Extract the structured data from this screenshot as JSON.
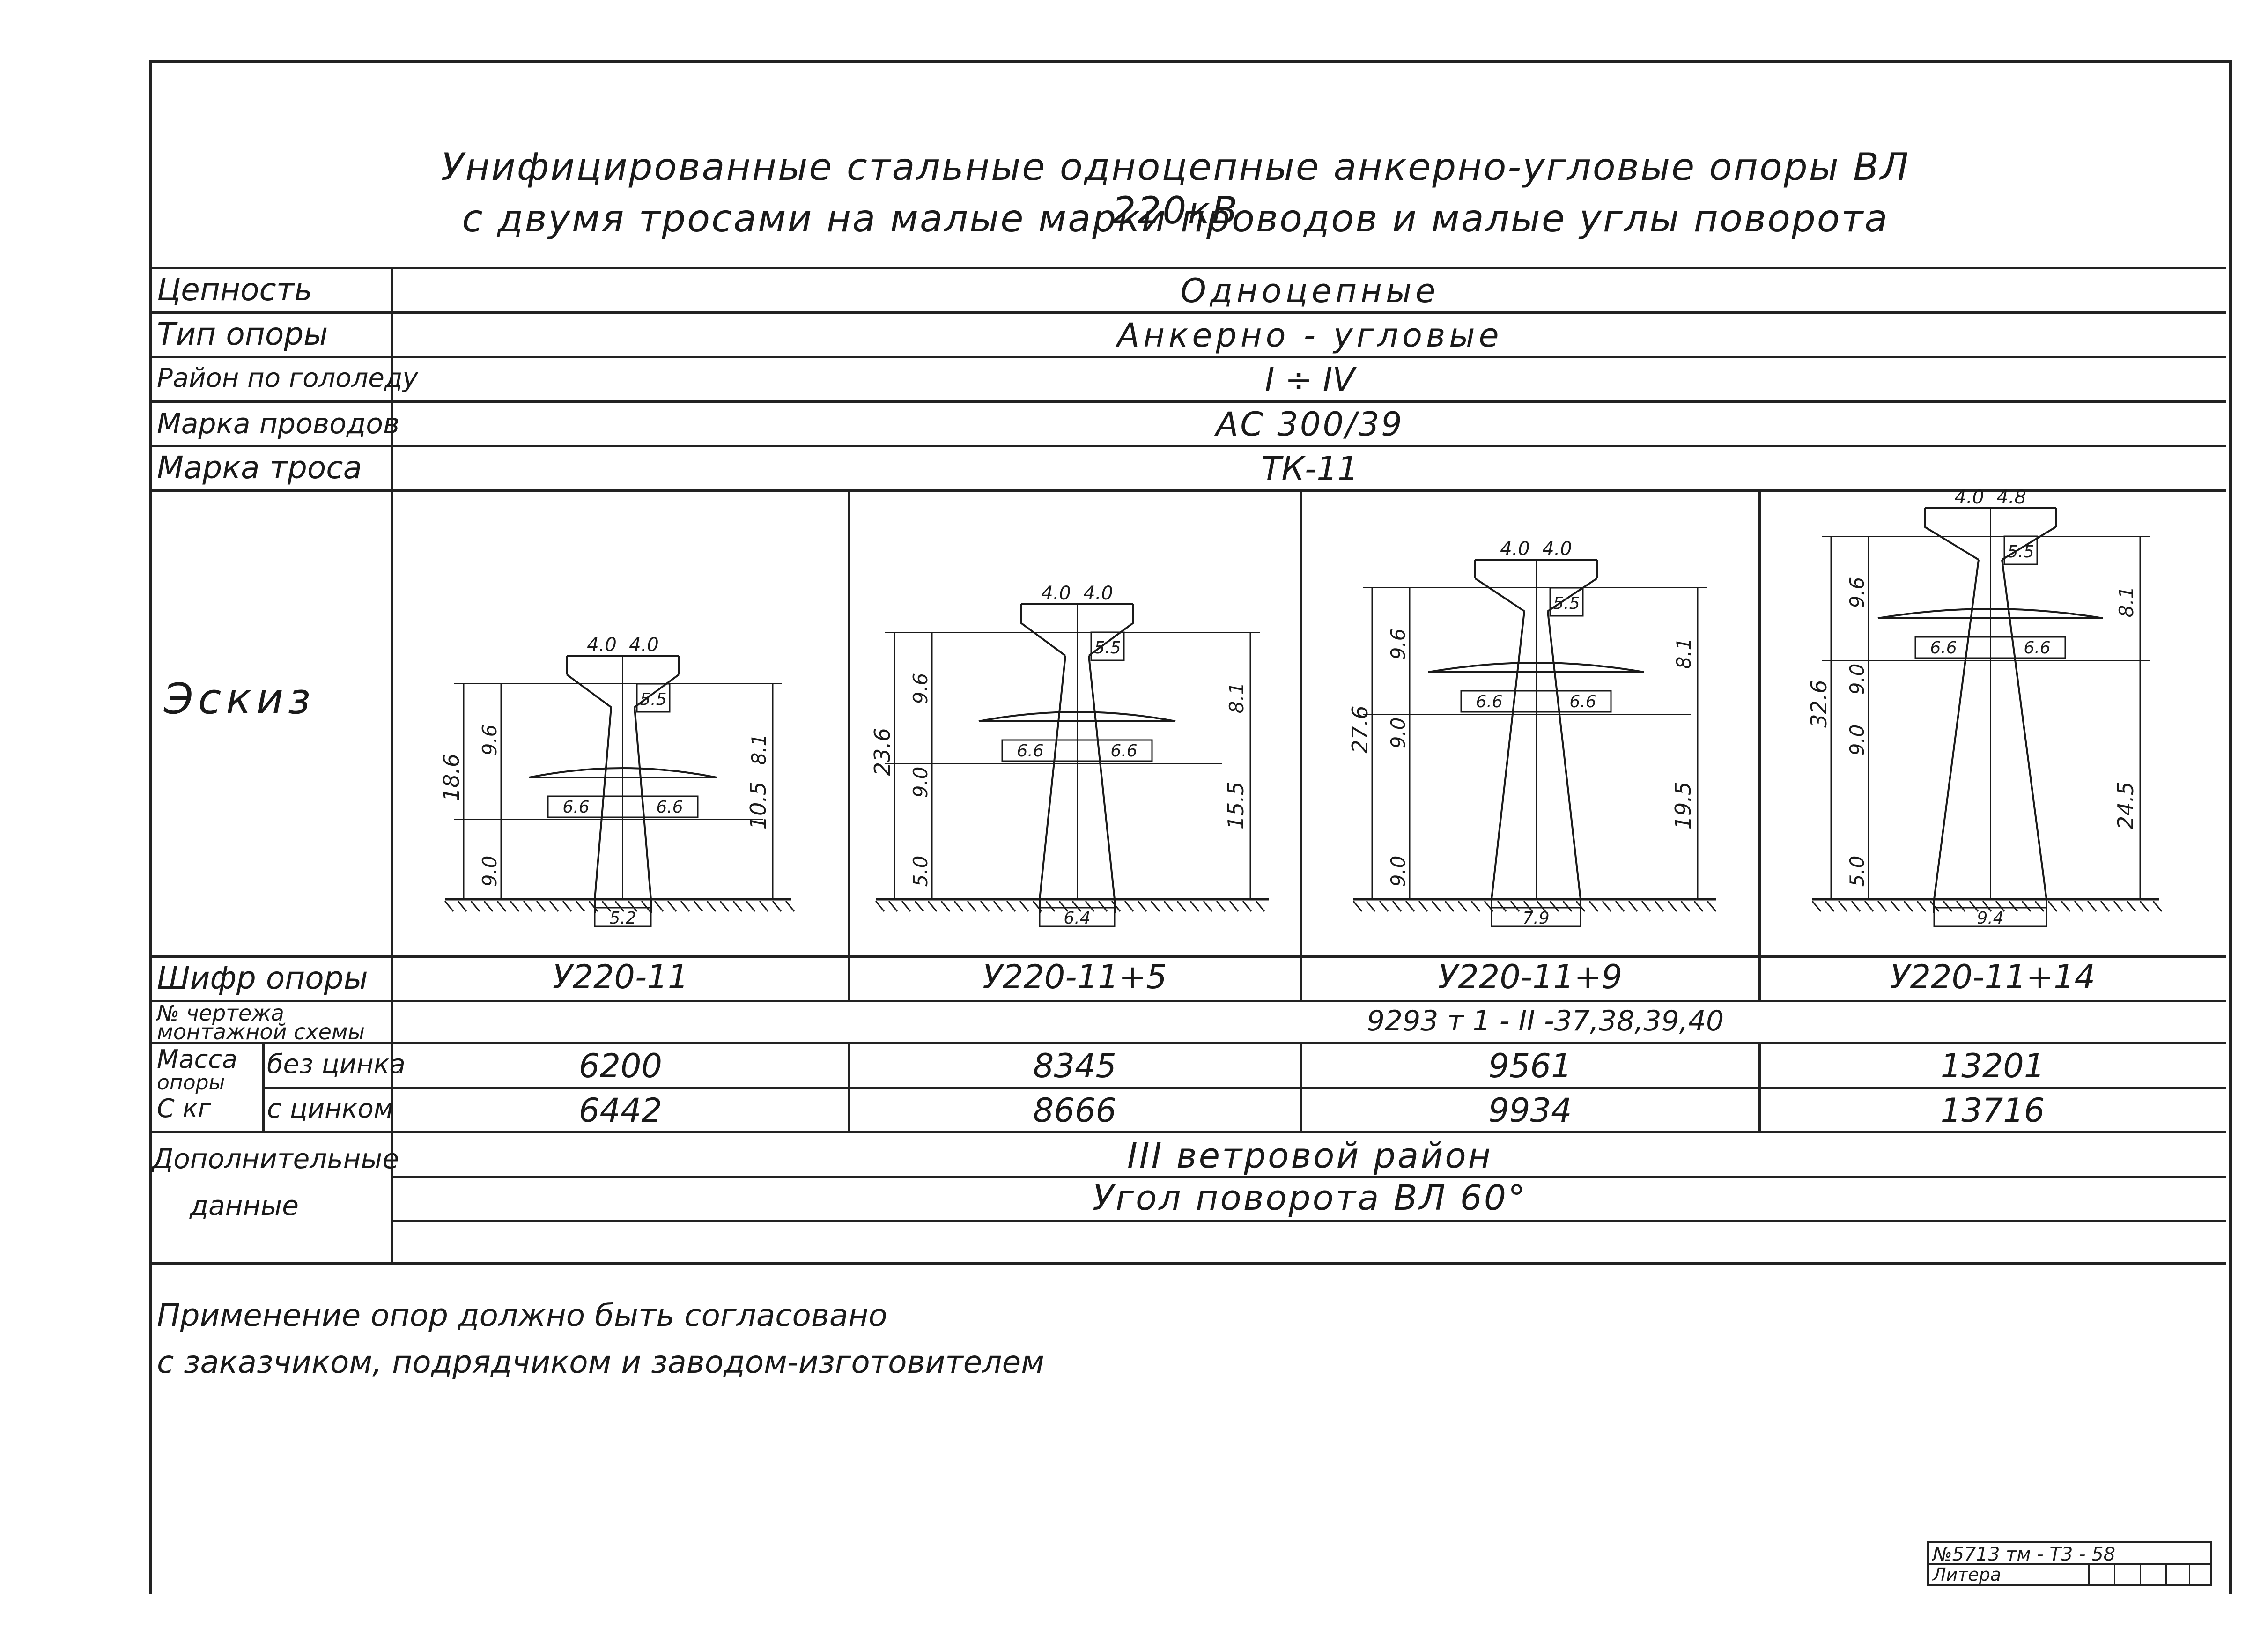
{
  "title": {
    "line1": "Унифицированные стальные одноцепные анкерно-угловые опоры ВЛ 220кВ",
    "line2": "с двумя тросами на малые марки проводов и малые углы поворота"
  },
  "rows": {
    "chain": {
      "label": "Цепность",
      "value": "Одноцепные"
    },
    "type": {
      "label": "Тип опоры",
      "value": "Анкерно - угловые"
    },
    "ice": {
      "label": "Район по гололеду",
      "value": "I ÷ IV"
    },
    "wire": {
      "label": "Марка проводов",
      "value": "АС 300/39"
    },
    "cable": {
      "label": "Марка троса",
      "value": "ТК-11"
    },
    "sketch": {
      "label": "Эскиз"
    },
    "code": {
      "label": "Шифр опоры"
    },
    "drawing": {
      "label_line1": "№ чертежа",
      "label_line2": "монтажной схемы",
      "value": "9293 т 1 - II -37,38,39,40"
    },
    "mass": {
      "label_line1": "Масса",
      "label_line2": "опоры",
      "label_line3": "С кг",
      "without_zinc": "без цинка",
      "with_zinc": "с цинком"
    },
    "extra": {
      "label_line1": "Дополнительные",
      "label_line2": "данные",
      "value1": "III ветровой район",
      "value2": "Угол поворота ВЛ 60°"
    }
  },
  "towers": [
    {
      "code": "У220-11",
      "mass_no_zinc": "6200",
      "mass_zinc": "6442",
      "dims": {
        "top": [
          "4.0",
          "4.0"
        ],
        "h_total": "18.6",
        "h_upper": "9.6",
        "h_lower": "9.0",
        "h_top": "5.5",
        "h_right_up": "8.1",
        "h_right_low": "10.5",
        "arm": [
          "6.6",
          "6.6"
        ],
        "base": "5.2"
      }
    },
    {
      "code": "У220-11+5",
      "mass_no_zinc": "8345",
      "mass_zinc": "8666",
      "dims": {
        "top": [
          "4.0",
          "4.0"
        ],
        "h_total": "23.6",
        "h_upper": "9.6",
        "h_mid": "9.0",
        "h_lower": "5.0",
        "h_top": "5.5",
        "h_right_up": "8.1",
        "h_right_low": "15.5",
        "arm": [
          "6.6",
          "6.6"
        ],
        "base": "6.4"
      }
    },
    {
      "code": "У220-11+9",
      "mass_no_zinc": "9561",
      "mass_zinc": "9934",
      "dims": {
        "top": [
          "4.0",
          "4.0"
        ],
        "h_total": "27.6",
        "h_upper": "9.6",
        "h_mid": "9.0",
        "h_lower": "9.0",
        "h_top": "5.5",
        "h_right_up": "8.1",
        "h_right_low": "19.5",
        "arm": [
          "6.6",
          "6.6"
        ],
        "base": "7.9"
      }
    },
    {
      "code": "У220-11+14",
      "mass_no_zinc": "13201",
      "mass_zinc": "13716",
      "dims": {
        "top": [
          "4.0",
          "4.8"
        ],
        "h_total": "32.6",
        "h_upper": "9.6",
        "h_mid": "9.0",
        "h_mid2": "9.0",
        "h_lower": "5.0",
        "h_top": "5.5",
        "h_right_up": "8.1",
        "h_right_low": "24.5",
        "arm": [
          "6.6",
          "6.6"
        ],
        "base": "9.4"
      }
    }
  ],
  "notes": {
    "line1": "Применение опор должно быть согласовано",
    "line2": "с заказчиком, подрядчиком и заводом-изготовителем"
  },
  "stamp": {
    "line1": "№5713 тм - Т3 - 58",
    "line2": "Литера"
  }
}
